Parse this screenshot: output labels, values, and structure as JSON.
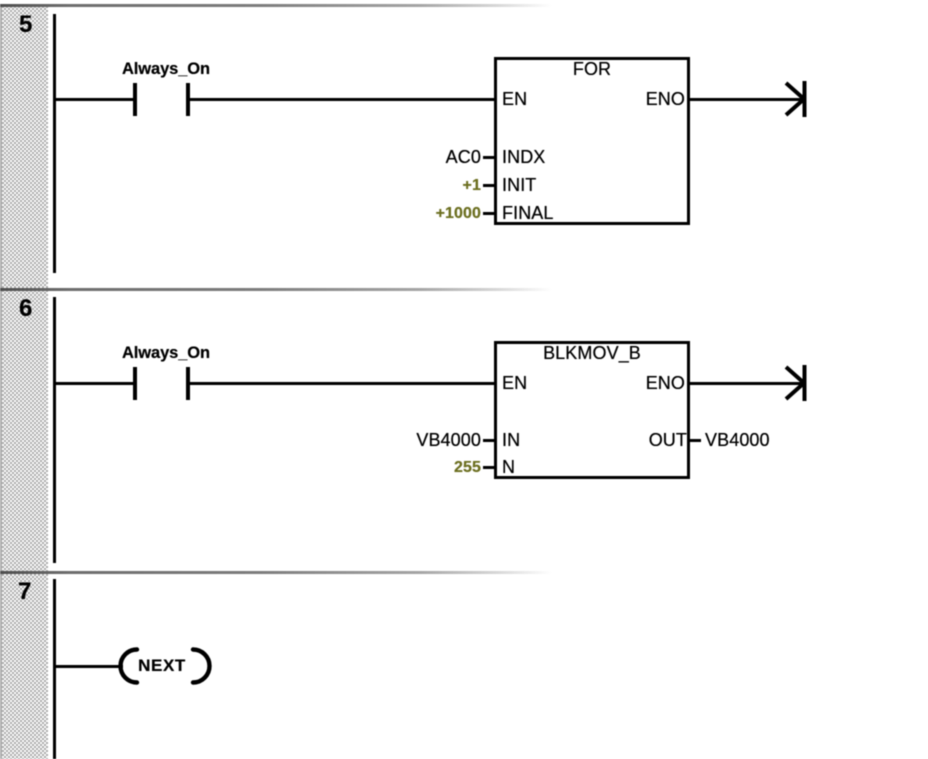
{
  "app": "ladder-logic-editor",
  "colors": {
    "wire": "#000000",
    "text": "#000000",
    "constant_operand": "#6b6e1f",
    "separator": "#6e6e6e",
    "margin_dither": "#ababab",
    "background": "#ffffff"
  },
  "networks": [
    {
      "number": "5",
      "contact": {
        "label": "Always_On",
        "type": "normally-open"
      },
      "block": {
        "title": "FOR",
        "pin_en": "EN",
        "pin_eno": "ENO",
        "inputs": [
          {
            "pin": "INDX",
            "operand": "AC0",
            "is_constant": false
          },
          {
            "pin": "INIT",
            "operand": "+1",
            "is_constant": true
          },
          {
            "pin": "FINAL",
            "operand": "+1000",
            "is_constant": true
          }
        ]
      }
    },
    {
      "number": "6",
      "contact": {
        "label": "Always_On",
        "type": "normally-open"
      },
      "block": {
        "title": "BLKMOV_B",
        "pin_en": "EN",
        "pin_eno": "ENO",
        "inputs": [
          {
            "pin": "IN",
            "operand": "VB4000",
            "is_constant": false
          },
          {
            "pin": "N",
            "operand": "255",
            "is_constant": true
          }
        ],
        "output": {
          "pin": "OUT",
          "operand": "VB4000",
          "is_constant": false
        }
      }
    },
    {
      "number": "7",
      "coil": {
        "label": "NEXT"
      }
    }
  ]
}
